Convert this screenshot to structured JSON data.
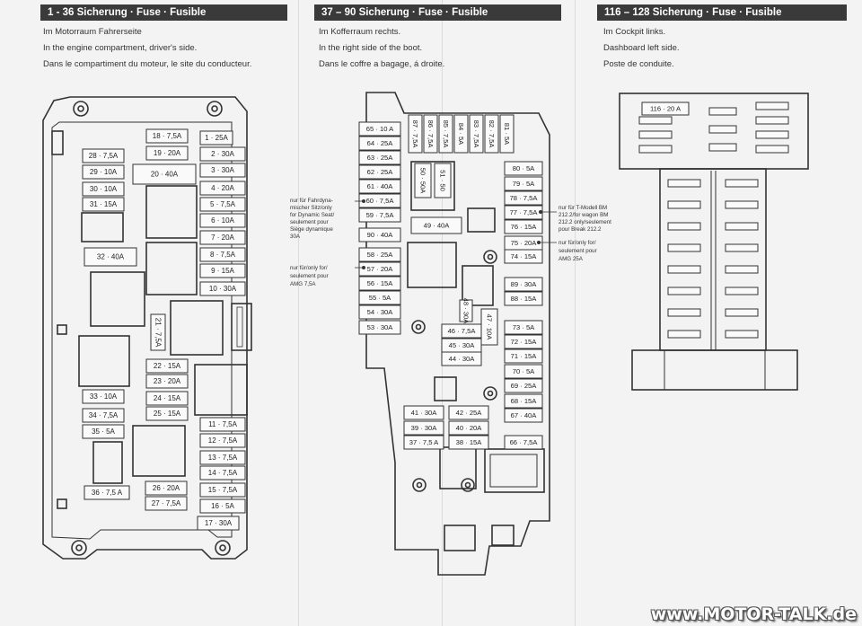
{
  "sections": [
    {
      "title": "1 - 36 Sicherung · Fuse · Fusible",
      "lines": [
        "Im Motorraum Fahrerseite",
        "In the engine compartment, driver's side.",
        "Dans le compartiment du moteur, le site du conducteur."
      ]
    },
    {
      "title": "37 – 90 Sicherung · Fuse · Fusible",
      "lines": [
        "Im Kofferraum rechts.",
        "In the right side of the boot.",
        "Dans le coffre a bagage, á droite."
      ]
    },
    {
      "title": "116 – 128 Sicherung · Fuse · Fusible",
      "lines": [
        "Im Cockpit links.",
        "Dashboard left side.",
        "Poste de conduite."
      ]
    }
  ],
  "fuses_engine": [
    {
      "label": "18 · 7,5A"
    },
    {
      "label": "1 · 25A"
    },
    {
      "label": "28 · 7,5A"
    },
    {
      "label": "19 · 20A"
    },
    {
      "label": "2 · 30A"
    },
    {
      "label": "29 · 10A"
    },
    {
      "label": "20 · 40A"
    },
    {
      "label": "3 · 30A"
    },
    {
      "label": "30 · 10A"
    },
    {
      "label": "4 · 20A"
    },
    {
      "label": "31 · 15A"
    },
    {
      "label": "5 · 7,5A"
    },
    {
      "label": "6 · 10A"
    },
    {
      "label": "7 · 20A"
    },
    {
      "label": "32 · 40A"
    },
    {
      "label": "8 · 7,5A"
    },
    {
      "label": "9 · 15A"
    },
    {
      "label": "10 · 30A"
    },
    {
      "label": "21 · 7,5A"
    },
    {
      "label": "22 · 15A"
    },
    {
      "label": "23 · 20A"
    },
    {
      "label": "33 · 10A"
    },
    {
      "label": "24 · 15A"
    },
    {
      "label": "34 · 7,5A"
    },
    {
      "label": "25 · 15A"
    },
    {
      "label": "11 · 7,5A"
    },
    {
      "label": "35 · 5A"
    },
    {
      "label": "12 · 7,5A"
    },
    {
      "label": "13 · 7,5A"
    },
    {
      "label": "14 · 7,5A"
    },
    {
      "label": "26 · 20A"
    },
    {
      "label": "36 · 7,5 A"
    },
    {
      "label": "15 · 7,5A"
    },
    {
      "label": "27 · 7,5A"
    },
    {
      "label": "16 · 5A"
    },
    {
      "label": "17 · 30A"
    }
  ],
  "fuses_boot": [
    {
      "label": "87 · 7,5A"
    },
    {
      "label": "86 · 7,5A"
    },
    {
      "label": "85 · 7,5A"
    },
    {
      "label": "84 · 5A"
    },
    {
      "label": "83 · 7,5A"
    },
    {
      "label": "82 · 7,5A"
    },
    {
      "label": "81 · 5A"
    },
    {
      "label": "65 · 10 A"
    },
    {
      "label": "64 · 25A"
    },
    {
      "label": "63 · 25A"
    },
    {
      "label": "62 · 25A"
    },
    {
      "label": "61 · 40A"
    },
    {
      "label": "60 · 7,5A"
    },
    {
      "label": "59 · 7,5A"
    },
    {
      "label": "90 · 40A"
    },
    {
      "label": "58 · 25A"
    },
    {
      "label": "57 · 20A"
    },
    {
      "label": "56 · 15A"
    },
    {
      "label": "55 · 5A"
    },
    {
      "label": "54 · 30A"
    },
    {
      "label": "53 · 30A"
    },
    {
      "label": "50 · 50A"
    },
    {
      "label": "51 · 50"
    },
    {
      "label": "49 · 40A"
    },
    {
      "label": "80 · 5A"
    },
    {
      "label": "79 · 5A"
    },
    {
      "label": "78 · 7,5A"
    },
    {
      "label": "77 · 7,5A"
    },
    {
      "label": "76 · 15A"
    },
    {
      "label": "75 · 20A"
    },
    {
      "label": "74 · 15A"
    },
    {
      "label": "89 · 30A"
    },
    {
      "label": "88 · 15A"
    },
    {
      "label": "48 · 30A"
    },
    {
      "label": "46 · 7,5A"
    },
    {
      "label": "45 · 30A"
    },
    {
      "label": "44 · 30A"
    },
    {
      "label": "47 · 10A"
    },
    {
      "label": "73 · 5A"
    },
    {
      "label": "72 · 15A"
    },
    {
      "label": "71 · 15A"
    },
    {
      "label": "70 · 5A"
    },
    {
      "label": "69 · 25A"
    },
    {
      "label": "68 · 15A"
    },
    {
      "label": "67 · 40A"
    },
    {
      "label": "41 · 30A"
    },
    {
      "label": "42 · 25A"
    },
    {
      "label": "39 · 30A"
    },
    {
      "label": "40 · 20A"
    },
    {
      "label": "37 · 7,5 A"
    },
    {
      "label": "38 · 15A"
    },
    {
      "label": "66 · 7,5A"
    }
  ],
  "fuses_cockpit": [
    {
      "label": "116 · 20 A"
    }
  ],
  "notes": [
    {
      "lines": [
        "nur für Fahrdyna-",
        "mischer Sitz/only",
        "for Dynamic Seat/",
        "seulement pour",
        "Siège dynamique",
        "30A"
      ]
    },
    {
      "lines": [
        "nur für/only for/",
        "seulement pour",
        "AMG 7,5A"
      ]
    },
    {
      "lines": [
        "nur für T-Modell BM",
        "212.2/for wagon BM",
        "212.2 only/seulement",
        "pour Break 212.2"
      ]
    },
    {
      "lines": [
        "nur für/only for/",
        "seulement pour",
        "AMG 25A"
      ]
    }
  ],
  "watermark": "www.MOTOR-TALK.de"
}
